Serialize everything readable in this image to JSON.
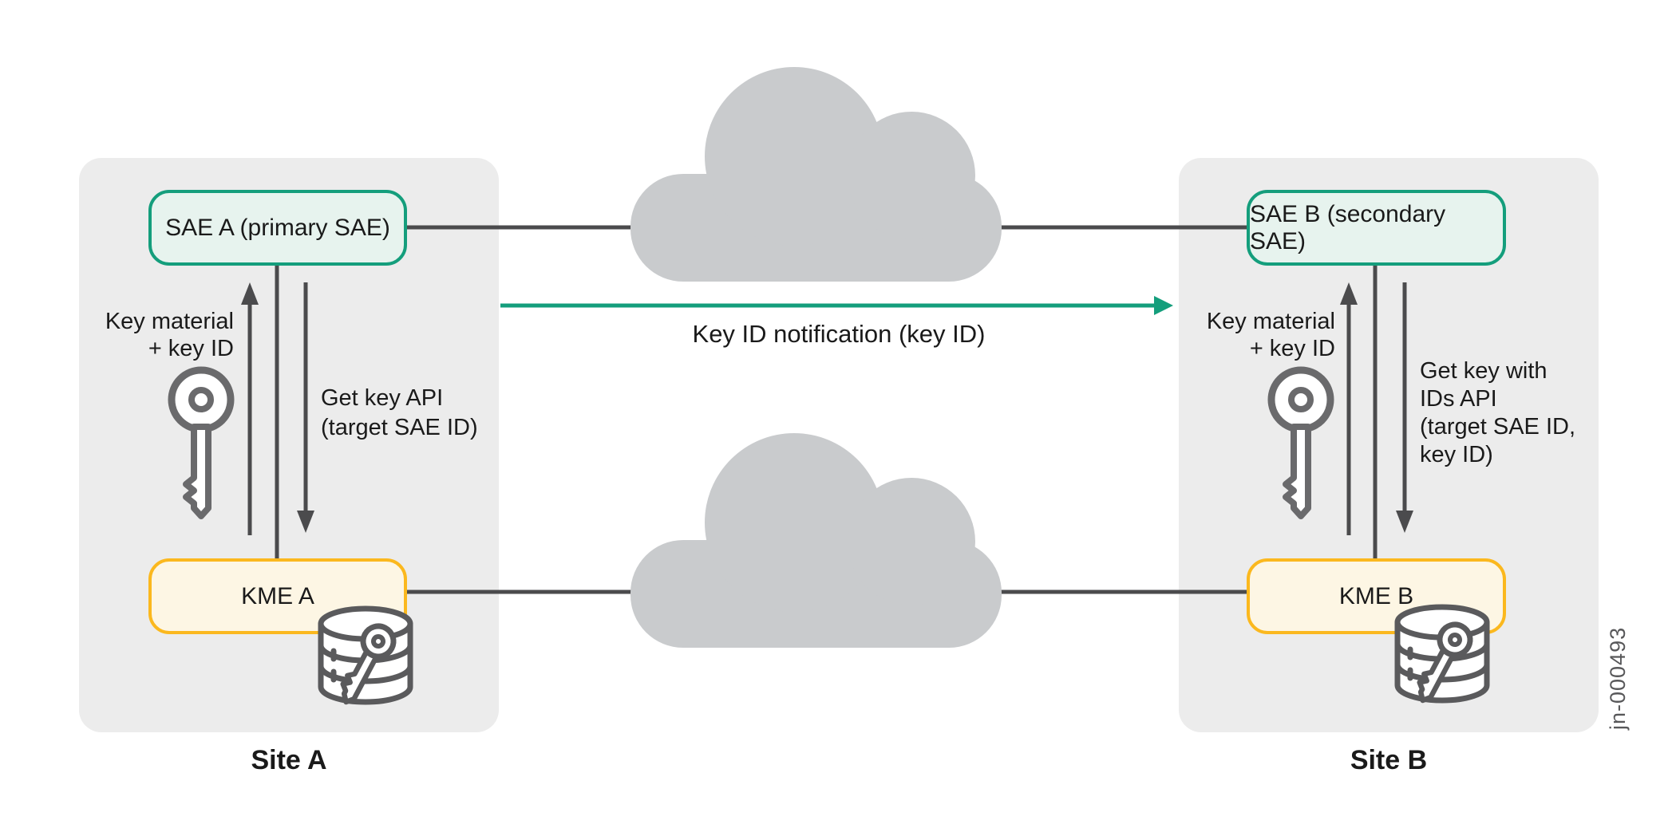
{
  "colors": {
    "teal": "#149E7C",
    "teal_fill": "#E7F3EE",
    "amber": "#FBB81E",
    "amber_fill": "#FDF6E4",
    "panel_gray": "#ECECEC",
    "cloud_gray": "#C9CBCD",
    "line_gray": "#4B4B4D",
    "icon_gray": "#6A6A6C",
    "text_dark": "#1A1A1A",
    "watermark_gray": "#58585A"
  },
  "site_a": {
    "label": "Site A",
    "sae_label": "SAE A (primary SAE)",
    "kme_label": "KME A",
    "key_material_lines": [
      "Key material",
      "+ key ID"
    ],
    "api_lines": [
      "Get key API",
      "(target SAE ID)"
    ]
  },
  "site_b": {
    "label": "Site B",
    "sae_label": "SAE B (secondary SAE)",
    "kme_label": "KME B",
    "key_material_lines": [
      "Key material",
      "+ key ID"
    ],
    "api_lines": [
      "Get key with",
      "IDs API",
      "(target SAE ID,",
      "key ID)"
    ]
  },
  "notification_label": "Key ID notification (key ID)",
  "watermark": "jn-000493",
  "icons": {
    "cloud": "wan-cloud",
    "key": "key",
    "database": "key-database"
  }
}
